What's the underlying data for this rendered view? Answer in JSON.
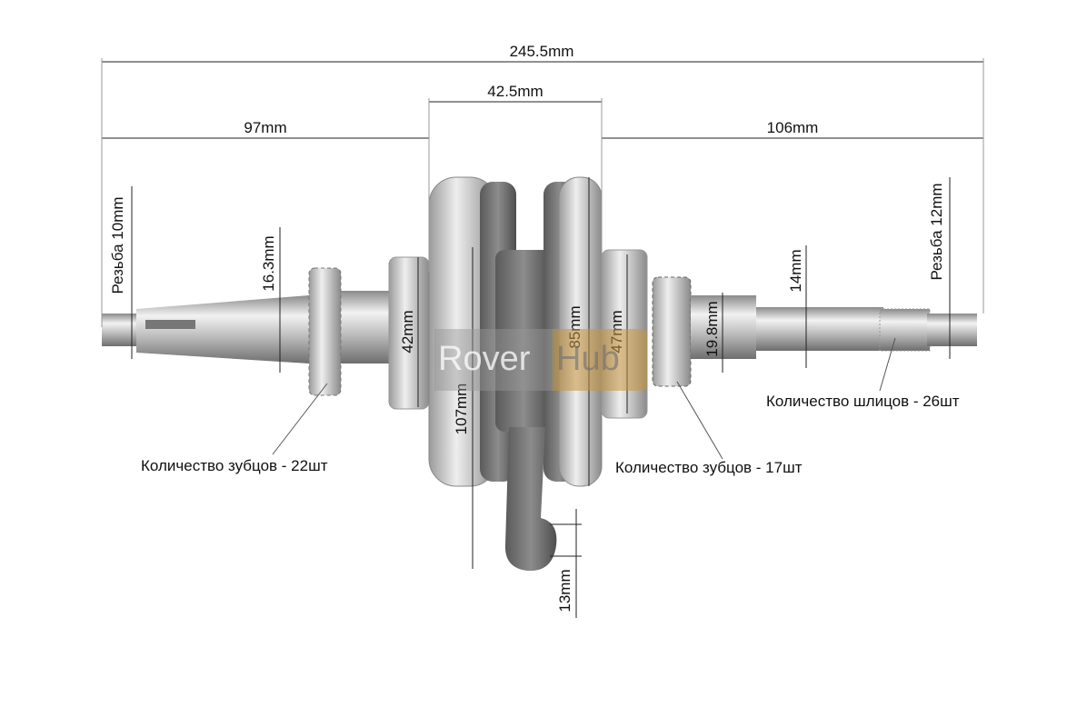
{
  "dimensions": {
    "overall_length": "245.5mm",
    "crank_width": "42.5mm",
    "left_shaft": "97mm",
    "right_shaft": "106mm",
    "left_thread": "Резьба 10mm",
    "left_gear_shaft_dia": "16.3mm",
    "left_bearing_dia": "42mm",
    "rod_length": "107mm",
    "flywheel_dia": "85mm",
    "right_bearing_dia": "47mm",
    "right_gear_shaft_dia": "19.8mm",
    "right_shaft_dia": "14mm",
    "right_thread": "Резьба 12mm",
    "small_end_dia": "13mm"
  },
  "callouts": {
    "left_gear": "Количество зубцов - 22шт",
    "right_gear": "Количество зубцов - 17шт",
    "splines": "Количество шлицов - 26шт"
  },
  "watermark": {
    "part1": "Rover",
    "part2": "Hub"
  }
}
